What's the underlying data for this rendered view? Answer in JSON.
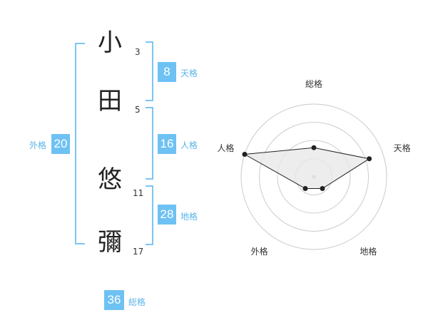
{
  "colors": {
    "accent": "#6ec1f3",
    "accent_text": "#5ab4ea",
    "bracket": "#7cc5f2"
  },
  "name": {
    "chars": [
      {
        "char": "小",
        "strokes": "3"
      },
      {
        "char": "田",
        "strokes": "5"
      },
      {
        "char": "悠",
        "strokes": "11"
      },
      {
        "char": "彌",
        "strokes": "17"
      }
    ]
  },
  "fortune": {
    "tenkaku": {
      "value": "8",
      "label": "天格"
    },
    "jinkaku": {
      "value": "16",
      "label": "人格"
    },
    "chikaku": {
      "value": "28",
      "label": "地格"
    },
    "gaikaku": {
      "value": "20",
      "label": "外格"
    },
    "soukaku": {
      "value": "36",
      "label": "総格"
    }
  },
  "chart_data": {
    "type": "radar",
    "axes": [
      "総格",
      "天格",
      "地格",
      "外格",
      "人格"
    ],
    "values": [
      0.4,
      0.8,
      0.2,
      0.2,
      1.0
    ],
    "rings": 4,
    "max": 1.0,
    "fill": "#e9e9e9",
    "line": "#222222",
    "grid": "#cccccc"
  }
}
